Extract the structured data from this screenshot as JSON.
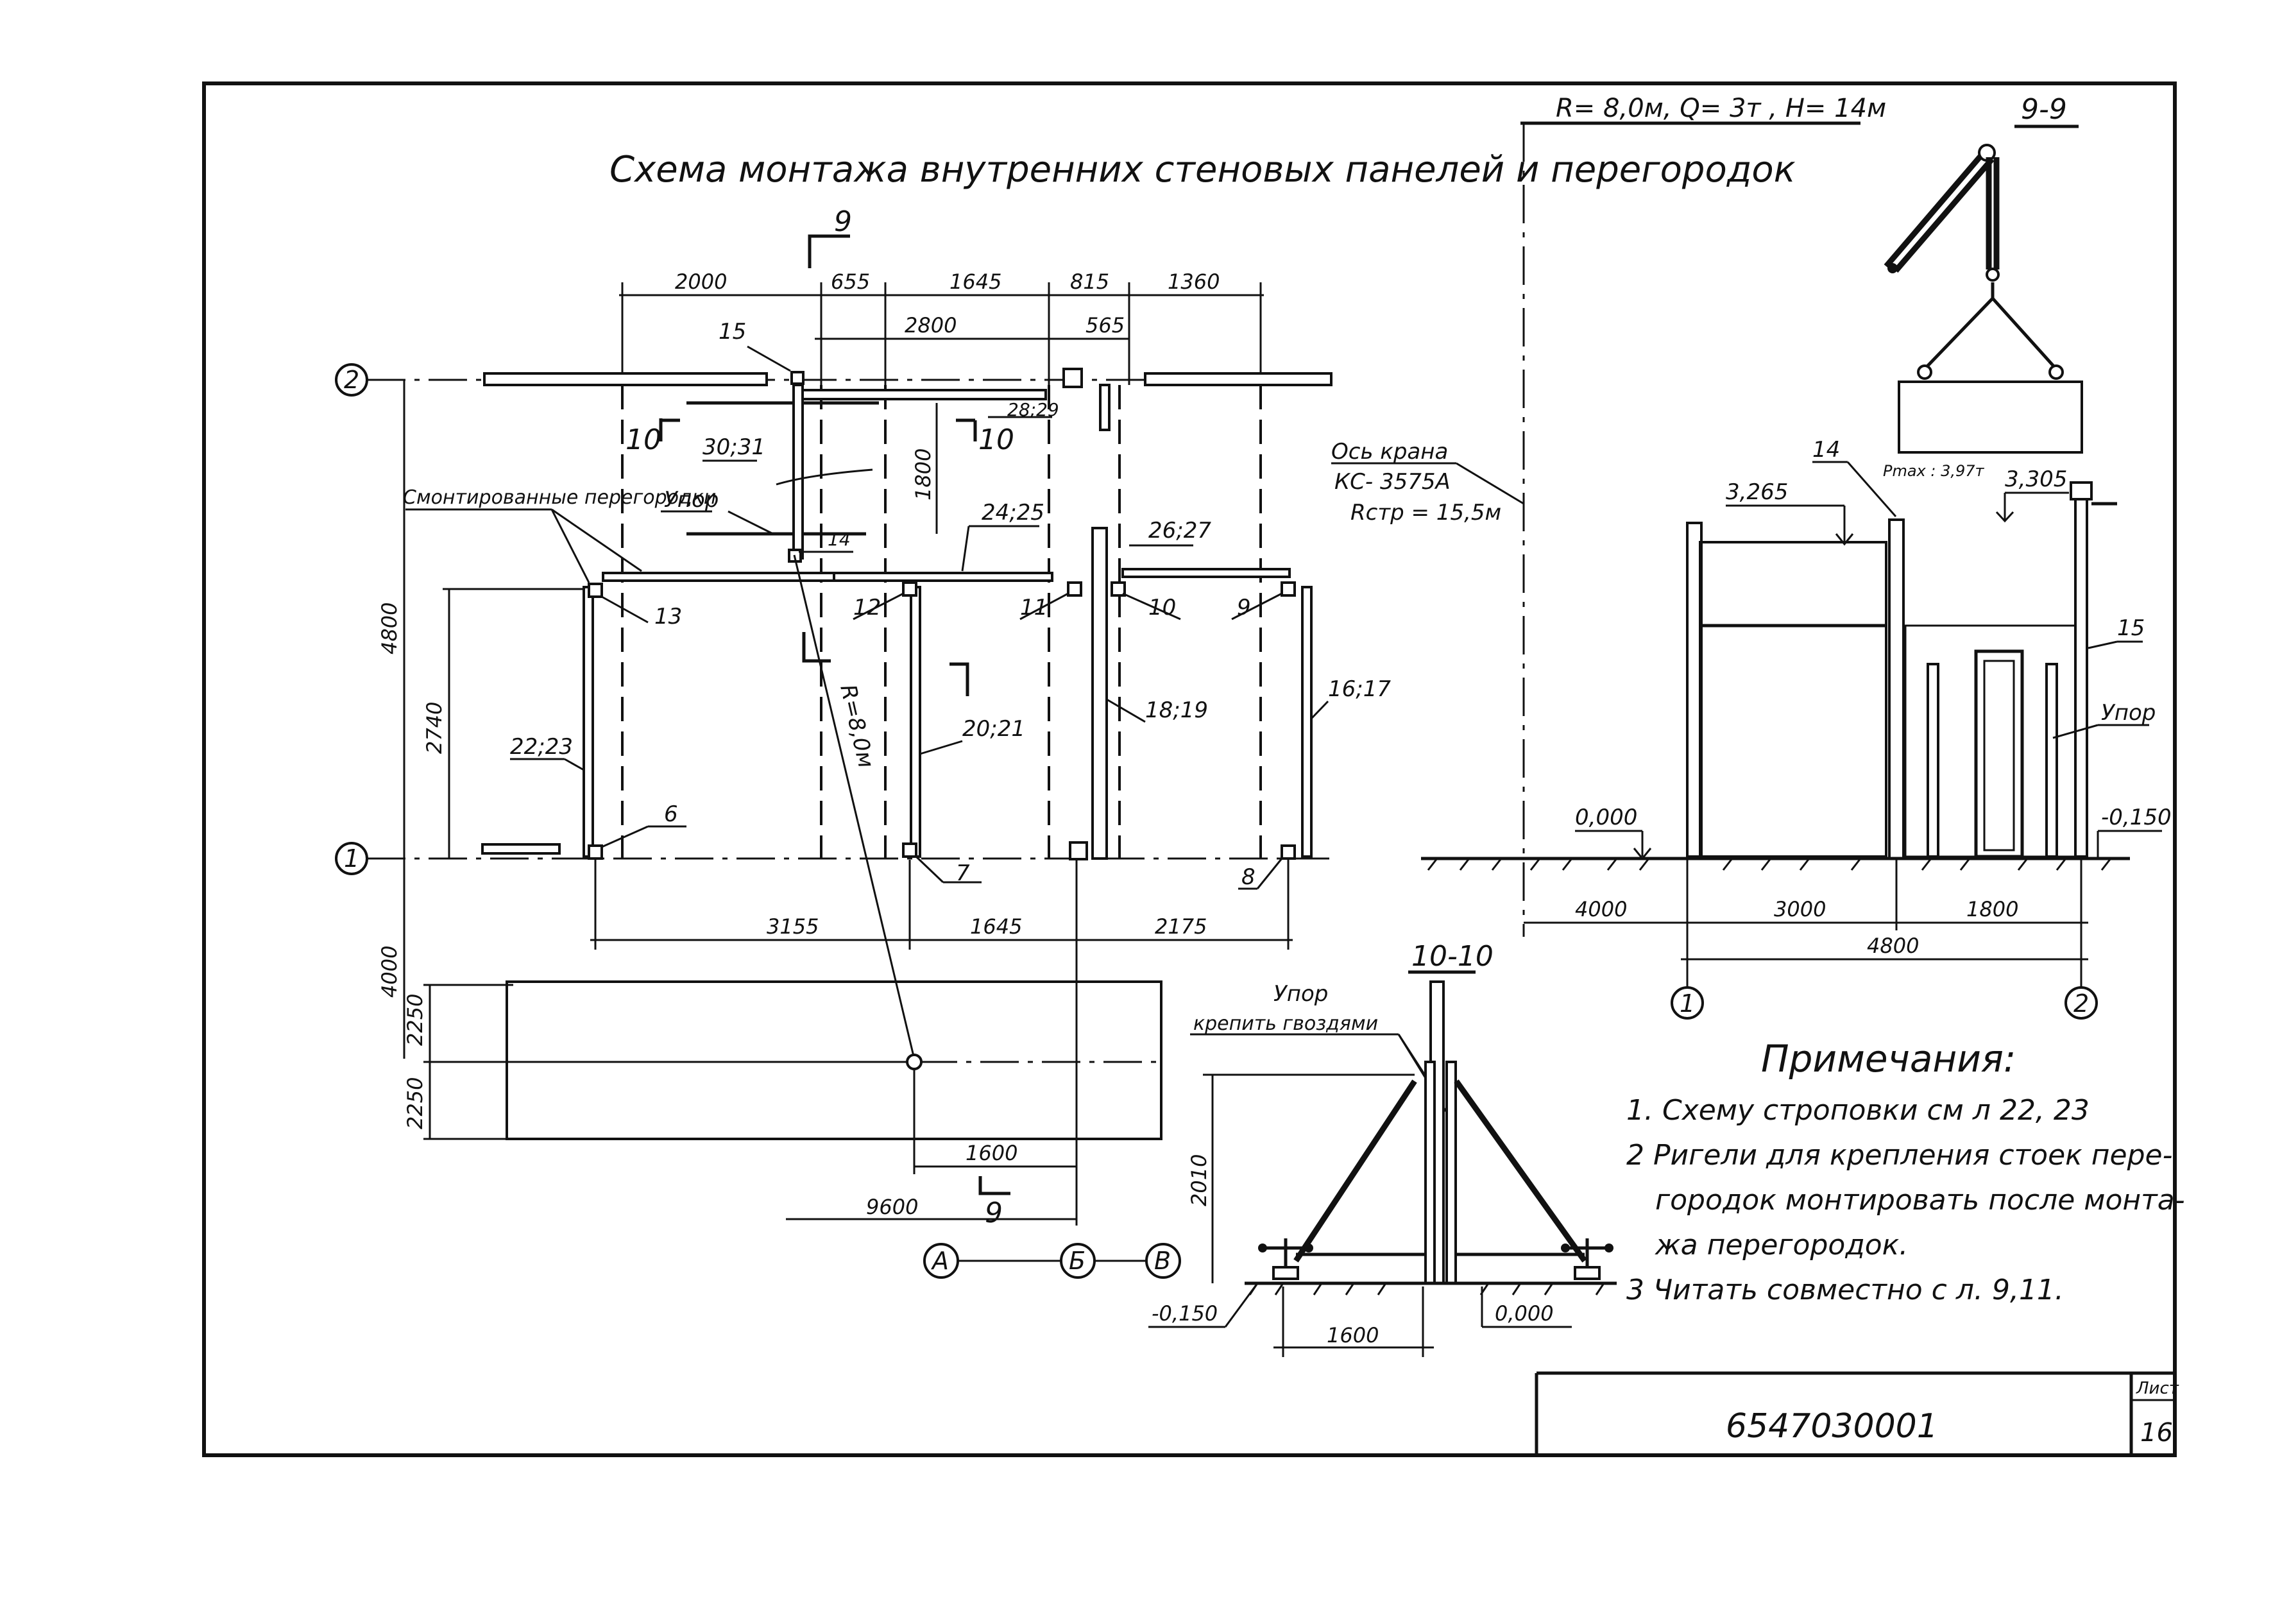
{
  "drawing": {
    "title": "Схема монтажа внутренних стеновых панелей и перегородок",
    "code": "6547030001",
    "sheet_label": "Лист",
    "sheet_number": "16"
  },
  "plan": {
    "section_cut_9": "9",
    "section_cut_10": "10",
    "top_dims": [
      "2000",
      "655",
      "1645",
      "815",
      "1360"
    ],
    "inner_dims": [
      "2800",
      "565"
    ],
    "vertical_dims": [
      "1800",
      "4800",
      "2740",
      "4000",
      "2250",
      "2250"
    ],
    "bottom_dims": [
      "3155",
      "1645",
      "2175"
    ],
    "crane_dims": [
      "1600",
      "9600"
    ],
    "axis_rows": [
      "2",
      "1"
    ],
    "axis_cols": [
      "А",
      "Б",
      "В"
    ],
    "radius_label": "R=8,0м",
    "labels": {
      "mounted_partitions": "Смонтированные перегородки",
      "stop": "Упор",
      "p15": "15",
      "p2829": "28;29",
      "p3031": "30;31",
      "p14": "14",
      "p2425": "24;25",
      "p2627": "26;27",
      "p13": "13",
      "p12": "12",
      "p11": "11",
      "p10": "10",
      "p9": "9",
      "p2223": "22;23",
      "p2021": "20;21",
      "p1819": "18;19",
      "p1617": "16;17",
      "p6": "6",
      "p7": "7",
      "p8": "8"
    }
  },
  "crane": {
    "params": "R= 8,0м, Q= 3т , H= 14м",
    "axis_label": "Ось крана",
    "model": "КС- 3575А",
    "radius": "Rстр = 15,5м"
  },
  "section_9_9": {
    "title": "9-9",
    "pmax": "Pmax : 3,97т",
    "levels": [
      "3,265",
      "3,305",
      "0,000",
      "-0,150"
    ],
    "labels": {
      "p14": "14",
      "p15": "15",
      "stop": "Упор"
    },
    "dims": [
      "4000",
      "3000",
      "1800",
      "4800"
    ],
    "axes": [
      "1",
      "2"
    ]
  },
  "section_10_10": {
    "title": "10-10",
    "stop": "Упор",
    "nail_note": "крепить гвоздями",
    "height": "2010",
    "levels": [
      "-0,150",
      "0,000"
    ],
    "width": "1600"
  },
  "notes": {
    "heading": "Примечания:",
    "items": [
      "1. Схему строповки см л 22, 23",
      "2 Ригели для крепления стоек пере-",
      "городок монтировать после монта-",
      "жа перегородок.",
      "3 Читать совместно с л. 9,11."
    ]
  }
}
